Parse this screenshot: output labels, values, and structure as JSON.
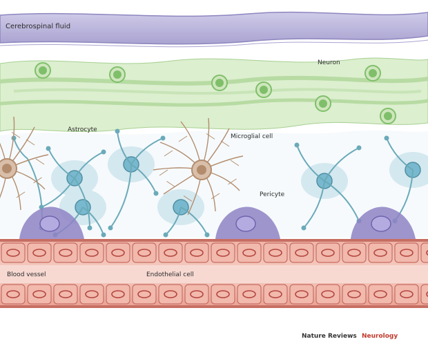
{
  "figure": {
    "colors": {
      "csf": "#b9b4d9",
      "csf_edge": "#8d86bf",
      "neuron": "#cfe6bd",
      "neuron_nucleus": "#7fbf6a",
      "astrocyte": "#d4e8ef",
      "astro_process": "#6aaab9",
      "astro_nucleus": "#79b9cf",
      "microglia": "#b38c6e",
      "pericyte": "#8e83c4",
      "vessel": "#e9a193",
      "vessel_dark": "#c76e62",
      "endo_nucleus": "#b3473f"
    },
    "labels": {
      "csf": "Cerebrospinal fluid",
      "neuron": "Neuron",
      "astrocyte": "Astrocyte",
      "microglia": "Microglial cell",
      "pericyte": "Pericyte",
      "blood_vessel": "Blood vessel",
      "endothelial": "Endothelial cell"
    },
    "credit": {
      "journal": "Nature Reviews",
      "subject": "Neurology"
    }
  }
}
